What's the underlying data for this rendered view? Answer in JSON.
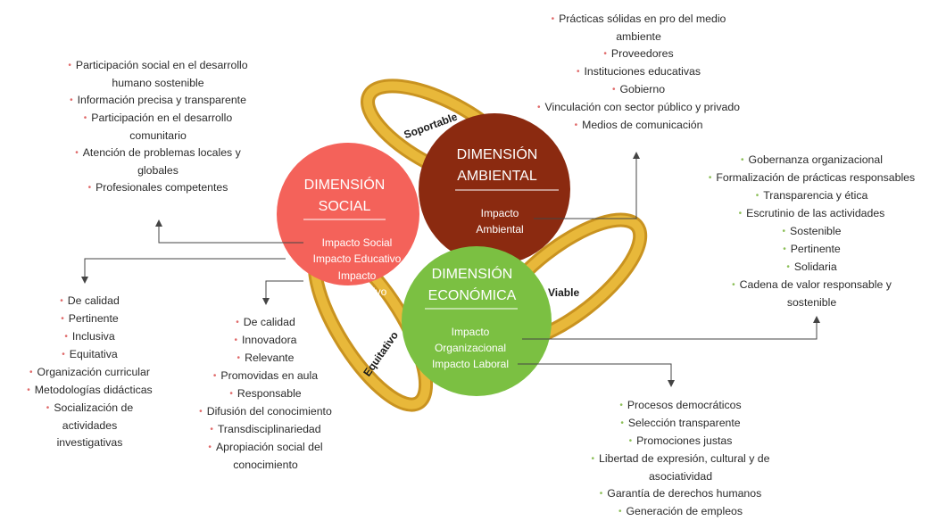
{
  "colors": {
    "social": "#f4625a",
    "ambiental": "#8b2a10",
    "economica": "#7bc042",
    "band": "#dca72a",
    "bullet_red": "#e06a6a",
    "bullet_green": "#8cbf58"
  },
  "bands": {
    "soportable": "Soportable",
    "viable": "Viable",
    "equitativo": "Equitativo"
  },
  "circles": {
    "social": {
      "title1": "DIMENSIÓN",
      "title2": "SOCIAL",
      "items": [
        "Impacto Social",
        "Impacto Educativo",
        "Impacto",
        "Investigativo"
      ]
    },
    "ambiental": {
      "title1": "DIMENSIÓN",
      "title2": "AMBIENTAL",
      "items": [
        "Impacto",
        "Ambiental"
      ]
    },
    "economica": {
      "title1": "DIMENSIÓN",
      "title2": "ECONÓMICA",
      "items": [
        "Impacto",
        "Organizacional",
        "Impacto Laboral"
      ]
    }
  },
  "lists": {
    "social_impact": [
      "Participación social en el desarrollo humano sostenible",
      "Información precisa y transparente",
      "Participación en el desarrollo comunitario",
      "Atención de problemas locales y globales",
      "Profesionales competentes"
    ],
    "educational": [
      "De calidad",
      "Pertinente",
      "Inclusiva",
      "Equitativa",
      "Organización curricular",
      "Metodologías didácticas",
      "Socialización de actividades investigativas"
    ],
    "research": [
      "De calidad",
      "Innovadora",
      "Relevante",
      "Promovidas en aula",
      "Responsable",
      "Difusión del conocimiento",
      "Transdisciplinariedad",
      "Apropiación social del conocimiento"
    ],
    "environmental": [
      "Prácticas sólidas en pro del medio ambiente",
      "Proveedores",
      "Instituciones educativas",
      "Gobierno",
      "Vinculación con sector público y privado",
      "Medios de comunicación"
    ],
    "organizational": [
      "Gobernanza organizacional",
      "Formalización de prácticas responsables",
      "Transparencia y ética",
      "Escrutinio de las actividades",
      "Sostenible",
      "Pertinente",
      "Solidaria",
      "Cadena de valor responsable y sostenible"
    ],
    "labor": [
      "Procesos democráticos",
      "Selección transparente",
      "Promociones justas",
      "Libertad de expresión, cultural y de asociatividad",
      "Garantía de derechos humanos",
      "Generación de empleos"
    ]
  }
}
